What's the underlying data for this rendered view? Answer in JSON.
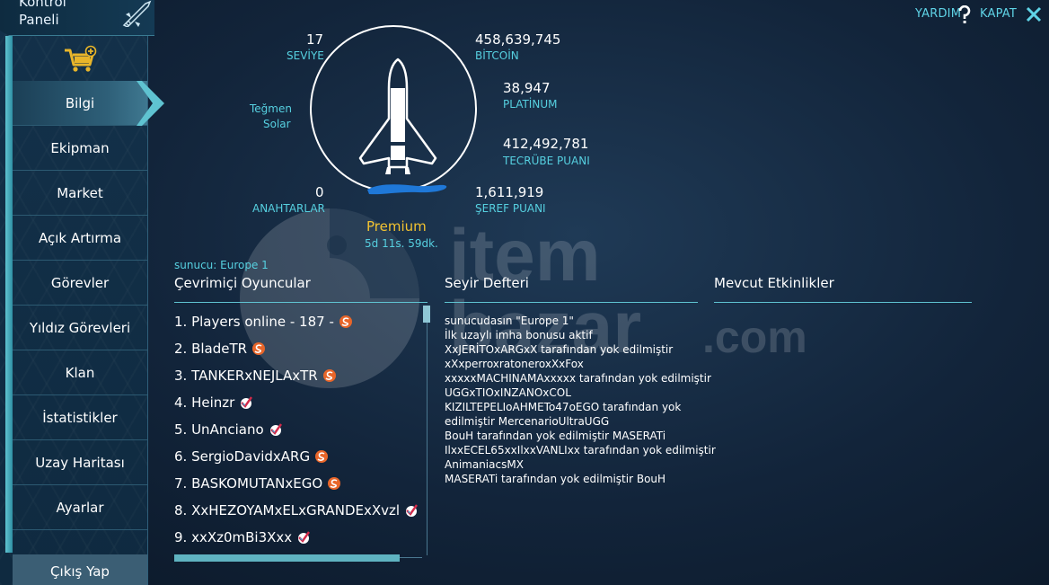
{
  "sidebar": {
    "title": "Kontrol Paneli",
    "items": [
      {
        "label": "Bilgi",
        "active": true
      },
      {
        "label": "Ekipman"
      },
      {
        "label": "Market"
      },
      {
        "label": "Açık Artırma"
      },
      {
        "label": "Görevler"
      },
      {
        "label": "Yıldız Görevleri"
      },
      {
        "label": "Klan"
      },
      {
        "label": "İstatistikler"
      },
      {
        "label": "Uzay Haritası"
      },
      {
        "label": "Ayarlar"
      }
    ],
    "logout": "Çıkış Yap"
  },
  "topbar": {
    "help": "YARDIM",
    "close": "KAPAT"
  },
  "stats": {
    "level": {
      "value": "17",
      "label": "SEVİYE"
    },
    "bitcoin": {
      "value": "458,639,745",
      "label": "BİTCOİN"
    },
    "platinum": {
      "value": "38,947",
      "label": "PLATİNUM"
    },
    "experience": {
      "value": "412,492,781",
      "label": "TECRÜBE PUANI"
    },
    "keys": {
      "value": "0",
      "label": "ANAHTARLAR"
    },
    "honor": {
      "value": "1,611,919",
      "label": "ŞEREF PUANI"
    },
    "rank_line1": "Teğmen",
    "rank_line2": "Solar",
    "premium": "Premium",
    "premium_time": "5d 11s. 59dk."
  },
  "server": "sunucu: Europe 1",
  "columns": {
    "online": "Çevrimiçi Oyuncular",
    "log": "Seyir Defteri",
    "events": "Mevcut Etkinlikler"
  },
  "players": [
    {
      "text": "1. Players online - 187 -",
      "icon": "swirl-badge-icon"
    },
    {
      "text": "2. BladeTR",
      "icon": "swirl-badge-icon"
    },
    {
      "text": "3. TANKERxNEJLAxTR",
      "icon": "swirl-badge-icon"
    },
    {
      "text": "4. Heinzr",
      "icon": "check-badge-icon"
    },
    {
      "text": "5. UnAnciano",
      "icon": "check-badge-icon"
    },
    {
      "text": "6. SergioDavidxARG",
      "icon": "swirl-badge-icon"
    },
    {
      "text": "7. BASKOMUTANxEGO",
      "icon": "swirl-badge-icon"
    },
    {
      "text": "8. XxHEZOYAMxELxGRANDExXvzl",
      "icon": "check-badge-icon"
    },
    {
      "text": "9. xxXz0mBi3Xxx",
      "icon": "check-badge-icon"
    }
  ],
  "log": [
    "sunucudasın \"Europe 1\"",
    "İlk uzaylı imha bonusu aktif",
    "XxJERİTOxARGxX tarafından yok edilmiştir",
    "xXxperroxratoneroxXxFox",
    "xxxxxMACHINAMAxxxxx tarafından yok edilmiştir",
    "UGGxTIOxINZANOxCOL",
    "KIZILTEPELIoAHMETo47oEGO tarafından yok",
    "edilmiştir MercenarioUltraUGG",
    "BouH tarafından yok edilmiştir MASERATi",
    "IlxxECEL65xxIlxxVANLIxx tarafından yok edilmiştir",
    "AnimaniacsMX",
    "MASERATi tarafından yok edilmiştir BouH"
  ],
  "watermark": {
    "brand_top": "item",
    "brand_bottom": "bazar",
    "suffix": ".com"
  },
  "colors": {
    "accent": "#56d0e0",
    "premium": "#f2c230",
    "swirl": "#e8662a",
    "check": "#d32a4a"
  }
}
